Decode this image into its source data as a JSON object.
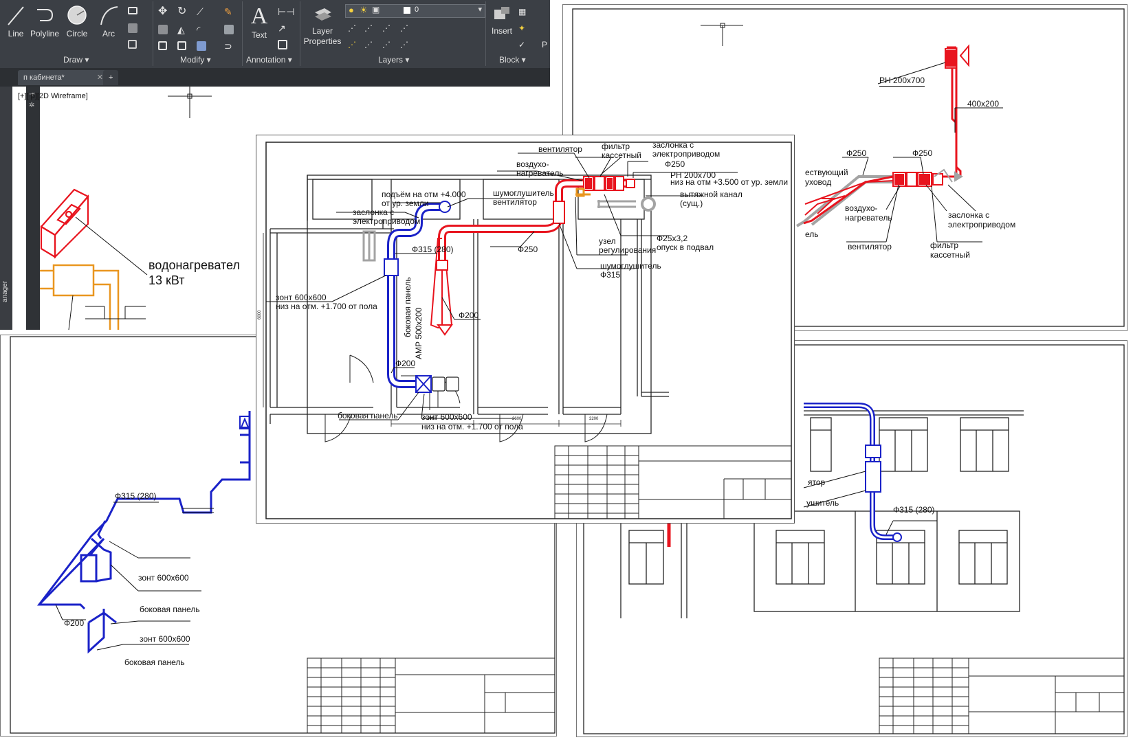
{
  "app": {
    "ribbon": {
      "draw": {
        "title": "Draw",
        "tools": [
          "Line",
          "Polyline",
          "Circle",
          "Arc"
        ]
      },
      "modify": {
        "title": "Modify"
      },
      "annotation": {
        "title": "Annotation",
        "text_tool": "Text"
      },
      "layers": {
        "title": "Layers",
        "layer_properties": "Layer Properties",
        "current_layer": "0"
      },
      "block": {
        "title": "Block",
        "insert": "Insert"
      },
      "overflow": "P"
    },
    "tabs": {
      "file_tab": "п   кабинета*",
      "new_tab": "+"
    },
    "viewport_label": "[+][ p][2D Wireframe]",
    "side_palette": "anager"
  },
  "colors": {
    "supply": "#e8141e",
    "exhaust": "#1a22c8",
    "existing": "#a3a3a3",
    "heater": "#e9961f",
    "ribbon_bg": "#3b3f45"
  },
  "sheets": {
    "top_left": {
      "heater_label_1": "водонагревател",
      "heater_label_2": "13 кВт"
    },
    "top_right": {
      "damper": "РН 200х700",
      "duct": "400х200",
      "dia1": "Ф250",
      "dia2": "Ф250",
      "existing_1": "ествующий",
      "existing_2": "уховод",
      "el": "ель",
      "heater_1": "воздухо-",
      "heater_2": "нагреватель",
      "fan": "вентилятор",
      "damper_e_1": "заслонка с",
      "damper_e_2": "электроприводом",
      "filter_1": "фильтр",
      "filter_2": "кассетный"
    },
    "center": {
      "fan": "вентилятор",
      "filter_1": "фильтр",
      "filter_2": "кассетный",
      "damper_e_1": "заслонка с",
      "damper_e_2": "электроприводом",
      "dia250_top": "Ф250",
      "heater_1": "воздухо-",
      "heater_2": "нагреватель",
      "rn_1": "РН 200х700",
      "rn_2": "низ на отм +3.500 от ур. земли",
      "rise_1": "подъём на отм +4.000",
      "rise_2": "от ур. земли",
      "silencer_fan_1": "шумоглушитель",
      "silencer_fan_2": "вентилятор",
      "exhaust_channel_1": "вытяжной канал",
      "exhaust_channel_2": "(сущ.)",
      "damper_left_1": "заслонка с",
      "damper_left_2": "электроприводом",
      "dia25": "Ф25х3,2",
      "basement": "опуск в подвал",
      "node_1": "узел",
      "node_2": "регулирования",
      "silencer_1": "шумоглушитель",
      "silencer_2": "Ф315",
      "dia315": "Ф315 (280)",
      "dia250": "Ф250",
      "hood_1": "зонт 600х600",
      "hood_2": "низ на отм. +1.700 от пола",
      "side_panel_vertical": "боковая панель",
      "amr": "АМР 500х200",
      "dia200_red": "Ф200",
      "dia200_blue": "Ф200",
      "side_panel": "боковая панель",
      "hood_b_1": "зонт 600х600",
      "hood_b_2": "низ на отм. +1.700 от пола",
      "dim_1": "2600",
      "dim_2": "2600",
      "dim_3": "3200",
      "dim_left": "6000"
    },
    "bottom_left": {
      "dia315": "Ф315 (280)",
      "hood_1": "зонт 600х600",
      "side_panel_1": "боковая панель",
      "dia200": "Ф200",
      "hood_2": "зонт 600х600",
      "side_panel_2": "боковая панель"
    },
    "bottom_right": {
      "yator": "ятор",
      "silencer": "ушитель",
      "dia315": "Ф315 (280)"
    }
  }
}
